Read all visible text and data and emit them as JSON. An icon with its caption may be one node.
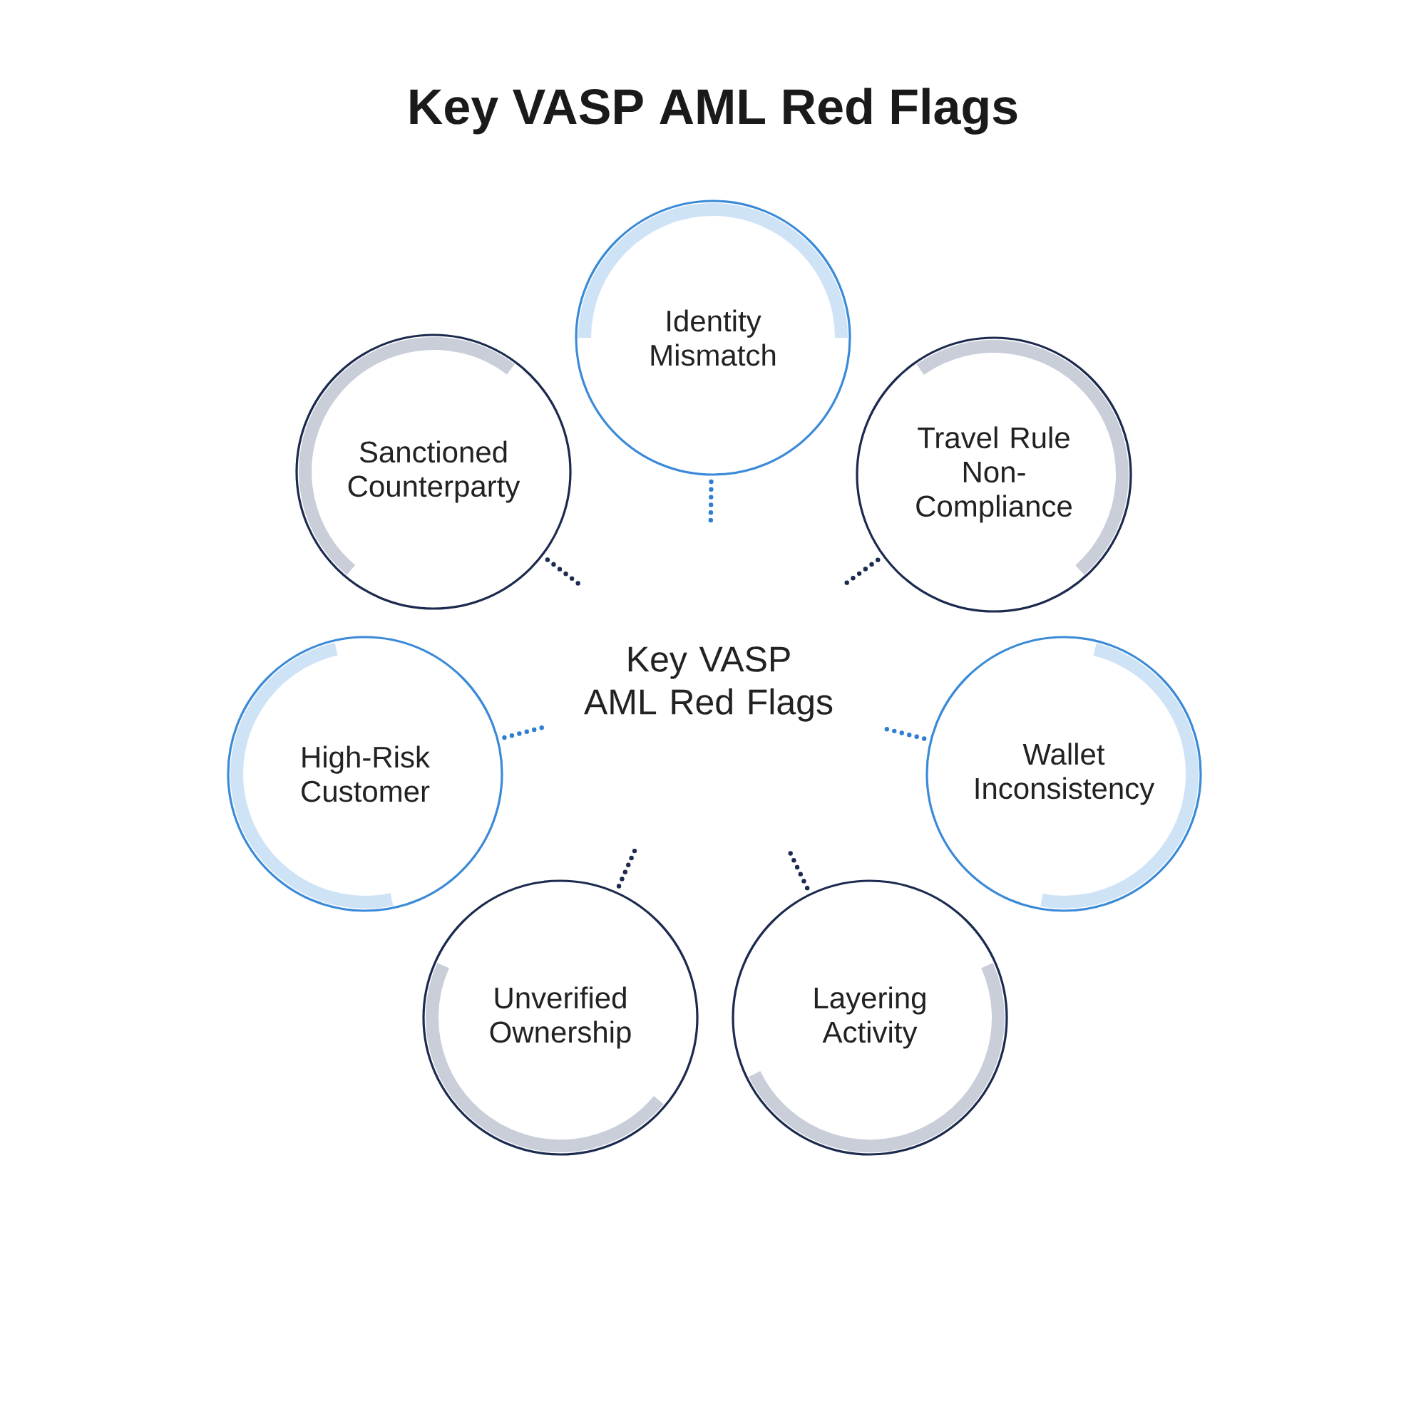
{
  "diagram": {
    "title": "Key VASP AML Red Flags",
    "nodes": [
      {
        "text": [
          "Key VASP AML Red Flags"
        ]
      },
      {
        "text": [
          "Identity Mismatch"
        ]
      },
      {
        "text": [
          "Travel Rule Non-Compliance"
        ]
      },
      {
        "text": [
          "Wallet Inconsistency"
        ]
      },
      {
        "text": [
          "Layering Activity"
        ]
      },
      {
        "text": [
          "Unverified Ownership"
        ]
      },
      {
        "text": [
          "High-Risk Customer"
        ]
      },
      {
        "text": [
          "Sanctioned Counterparty"
        ]
      }
    ],
    "edges": [
      {
        "from": null,
        "to": 1,
        "arrow": "none",
        "color": "#2e7fd3"
      },
      {
        "from": null,
        "to": 2,
        "arrow": "none"
      },
      {
        "from": null,
        "to": 3,
        "arrow": "none",
        "color": "#2e7fd3"
      },
      {
        "from": null,
        "to": 4,
        "arrow": "none"
      },
      {
        "from": null,
        "to": 5,
        "arrow": "none"
      },
      {
        "from": null,
        "to": 6,
        "arrow": "none",
        "color": "#2e7fd3"
      },
      {
        "from": null,
        "to": 7,
        "arrow": "none"
      }
    ]
  }
}
